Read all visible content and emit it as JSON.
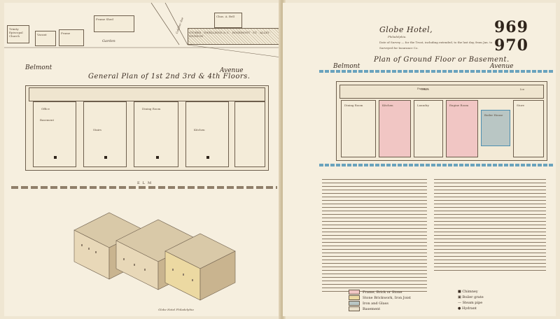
{
  "sheet": {
    "left_number": "969",
    "right_number": "970"
  },
  "left_page": {
    "header_labels": {
      "hospital": "Trinity Episcopal Church",
      "blank_lot": "Vacant",
      "wood_shed": "Frame",
      "frame_house": "Frame Shed",
      "cobbler": "Cobbler Ave",
      "cable_house": "Chas. A. Bell",
      "stores_strip": "STORES · DWELLINGS & C. · ROSEMONT · ST. · ALLEY · DIVISION",
      "garden": "Garden",
      "street_top": "Belmont",
      "street_top_right": "Avenue"
    },
    "plan_title": "General Plan of 1st 2nd 3rd & 4th Floors.",
    "plan_labels": {
      "office": "Office",
      "basement": "Basement",
      "dining_room": "Dining Room",
      "stairs": "Stairs",
      "kitchen": "Kitchen"
    },
    "bottom_street": "ELM",
    "caption": "Globe Hotel Philadelphia"
  },
  "right_page": {
    "hotel_name": "Globe Hotel,",
    "city": "Philadelphia.",
    "intro_lines": [
      "Date of Survey — for the Trust, including extended, to the last day, from Jan. to",
      "Surveyed for Insurance Co."
    ],
    "plan_title": "Plan of Ground Floor or Basement.",
    "street_left": "Belmont",
    "street_right": "Avenue",
    "rooms": {
      "passage": "Passage",
      "dining_room": "Dining Room",
      "kitchen": "Kitchen",
      "laundry": "Laundry",
      "engine": "Engine Room",
      "store": "Store",
      "boiler": "Boiler House",
      "office": "Office",
      "ice_house": "Ice"
    },
    "legend": [
      {
        "label": "Frame, Brick or Stone",
        "color": "#f1c6c4"
      },
      {
        "label": "Stone Brickwork, Iron Joist",
        "color": "#ecd9a2"
      },
      {
        "label": "Iron and Glass",
        "color": "#b9c6c4"
      },
      {
        "label": "Basement",
        "color": "#e8dfc9"
      }
    ],
    "symbols": [
      {
        "label": "Chimney"
      },
      {
        "label": "Boiler grate"
      },
      {
        "label": "Steam pipe"
      },
      {
        "label": "Hydrant"
      }
    ]
  }
}
